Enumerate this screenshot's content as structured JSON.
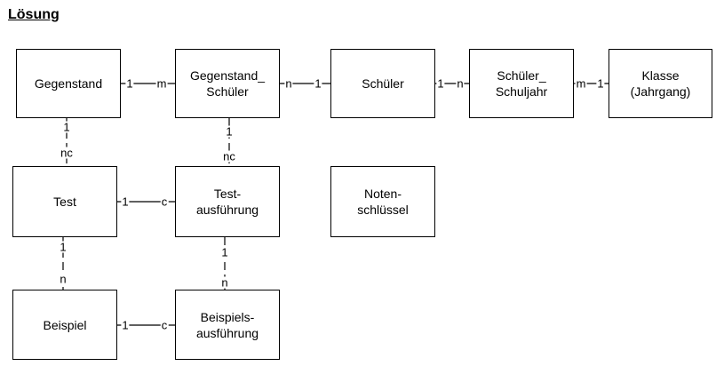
{
  "title": "Lösung",
  "entities": {
    "gegenstand": "Gegenstand",
    "gegenstand_schueler": "Gegenstand_\nSchüler",
    "schueler": "Schüler",
    "schueler_schuljahr": "Schüler_\nSchuljahr",
    "klasse": "Klasse\n(Jahrgang)",
    "test": "Test",
    "testausfuehrung": "Test-\nausführung",
    "notenschluessel": "Noten-\nschlüssel",
    "beispiel": "Beispiel",
    "beispielsausfuehrung": "Beispiels-\nausführung"
  },
  "relationships": [
    {
      "from": "gegenstand",
      "to": "gegenstand_schueler",
      "from_card": "1",
      "to_card": "m",
      "style": "solid"
    },
    {
      "from": "gegenstand_schueler",
      "to": "schueler",
      "from_card": "n",
      "to_card": "1",
      "style": "solid"
    },
    {
      "from": "schueler",
      "to": "schueler_schuljahr",
      "from_card": "1",
      "to_card": "n",
      "style": "solid"
    },
    {
      "from": "schueler_schuljahr",
      "to": "klasse",
      "from_card": "m",
      "to_card": "1",
      "style": "solid"
    },
    {
      "from": "gegenstand",
      "to": "test",
      "from_card": "1",
      "to_card": "nc",
      "style": "dashed"
    },
    {
      "from": "gegenstand_schueler",
      "to": "testausfuehrung",
      "from_card": "1",
      "to_card": "nc",
      "style": "dashed"
    },
    {
      "from": "test",
      "to": "testausfuehrung",
      "from_card": "1",
      "to_card": "c",
      "style": "solid"
    },
    {
      "from": "test",
      "to": "beispiel",
      "from_card": "1",
      "to_card": "n",
      "style": "dashed"
    },
    {
      "from": "testausfuehrung",
      "to": "beispielsausfuehrung",
      "from_card": "1",
      "to_card": "n",
      "style": "dashed"
    },
    {
      "from": "beispiel",
      "to": "beispielsausfuehrung",
      "from_card": "1",
      "to_card": "c",
      "style": "solid"
    }
  ]
}
